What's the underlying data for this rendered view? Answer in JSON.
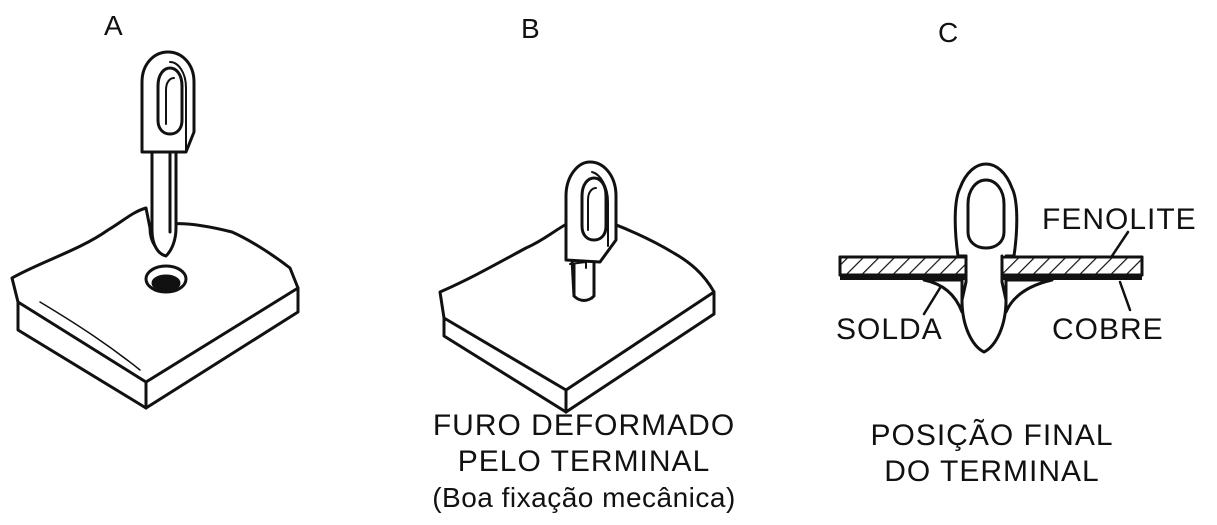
{
  "colors": {
    "ink": "#111111",
    "paper": "#ffffff"
  },
  "panels": {
    "a": {
      "letter": "A"
    },
    "b": {
      "letter": "B",
      "caption_line1": "FURO DEFORMADO",
      "caption_line2": "PELO TERMINAL",
      "caption_line3": "(Boa fixação mecânica)"
    },
    "c": {
      "letter": "C",
      "label_fenolite": "FENOLITE",
      "label_solda": "SOLDA",
      "label_cobre": "COBRE",
      "caption_line1": "POSIÇÃO FINAL",
      "caption_line2": "DO TERMINAL"
    }
  }
}
